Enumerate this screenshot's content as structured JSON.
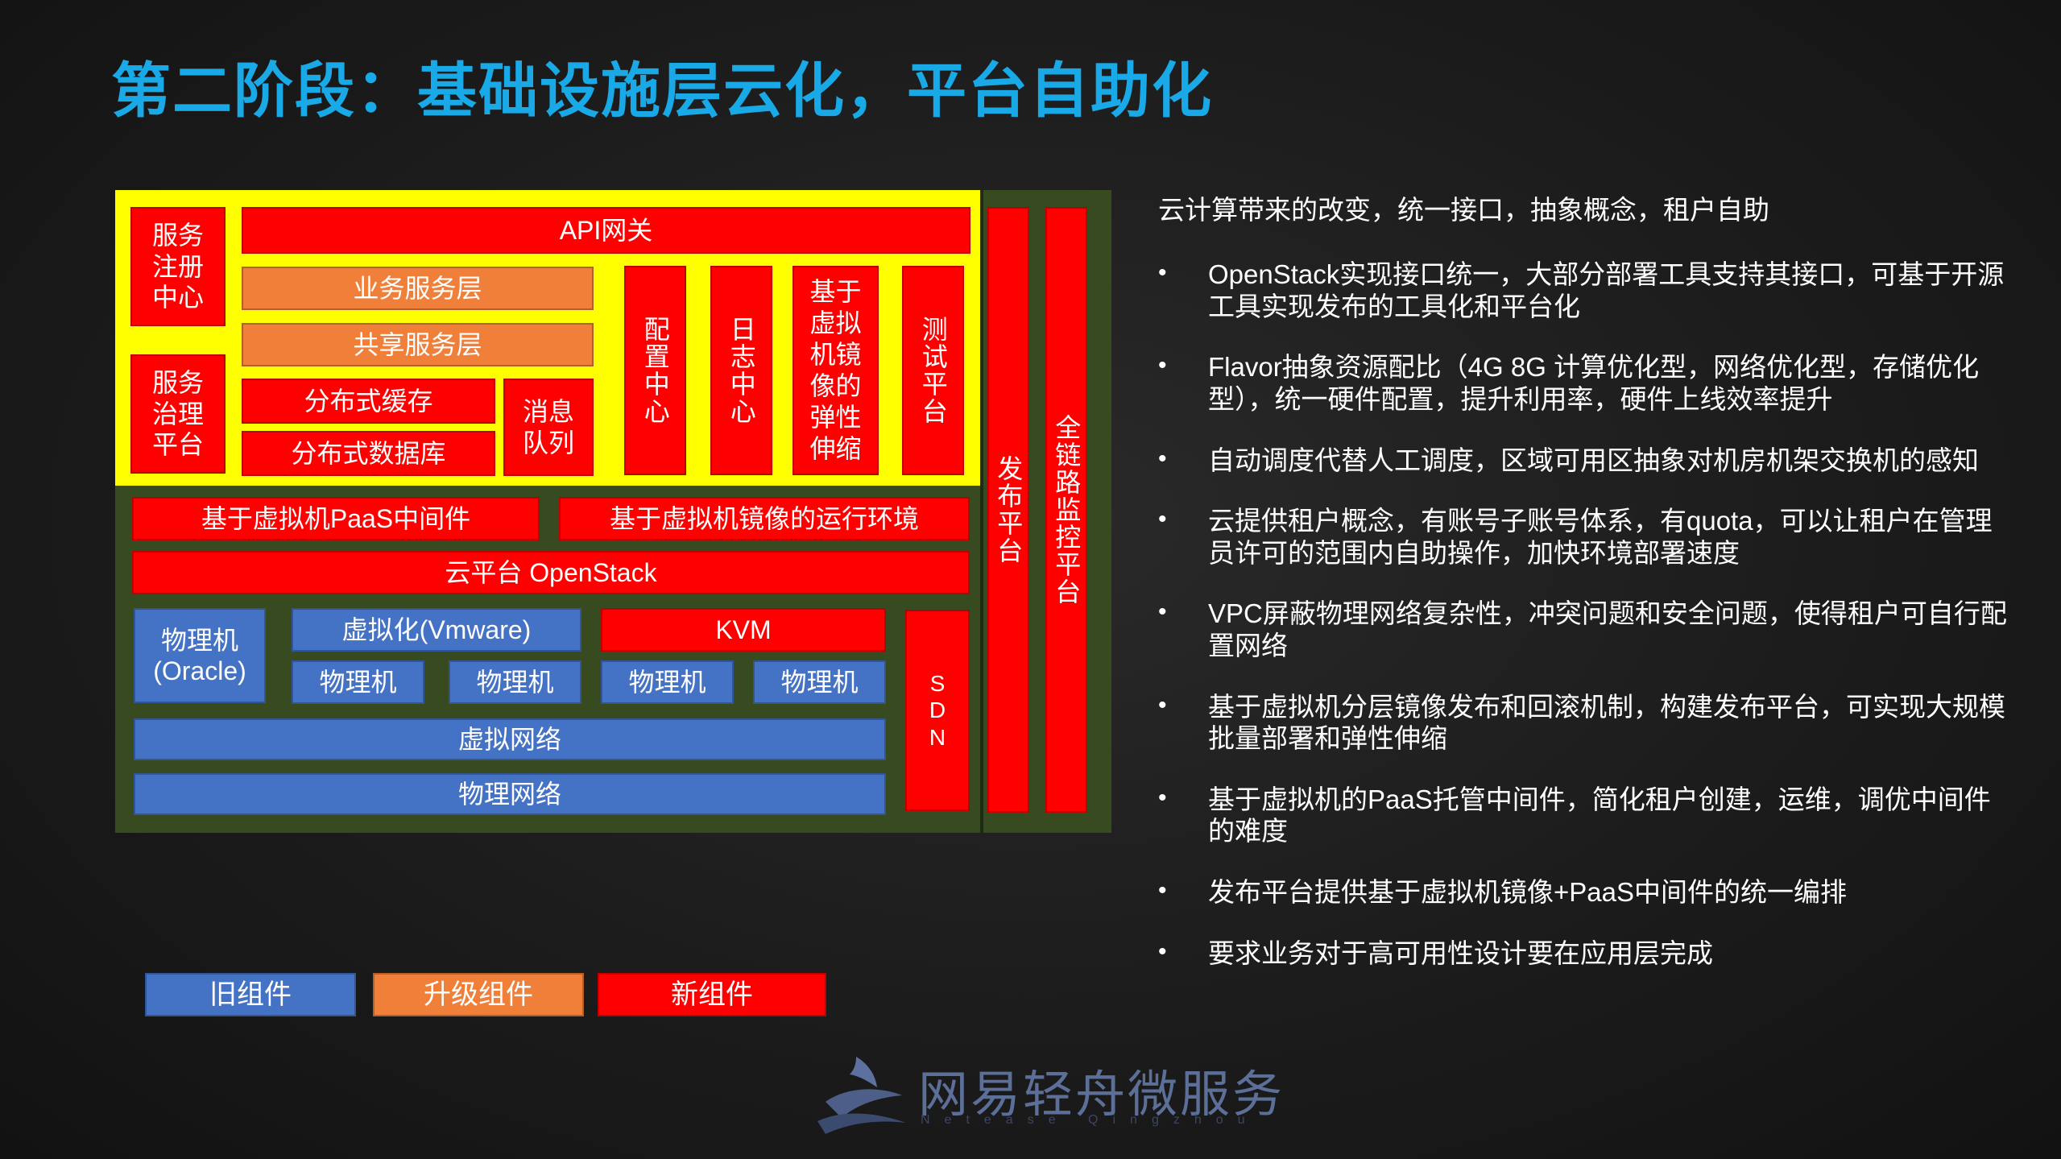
{
  "title": "第二阶段：基础设施层云化，平台自助化",
  "diagram": {
    "service_registry": "服务注册中心",
    "service_governance": "服务治理平台",
    "api_gateway": "API网关",
    "business_service_layer": "业务服务层",
    "shared_service_layer": "共享服务层",
    "distributed_cache": "分布式缓存",
    "distributed_database": "分布式数据库",
    "message_queue": "消息队列",
    "config_center": "配置中心",
    "log_center": "日志中心",
    "vm_image_elastic": "基于虚拟机镜像的弹性伸缩",
    "test_platform": "测试平台",
    "release_platform": "发布平台",
    "fulllink_monitor": "全链路监控平台",
    "vm_paas_middleware": "基于虚拟机PaaS中间件",
    "vm_image_runtime": "基于虚拟机镜像的运行环境",
    "cloud_openstack": "云平台 OpenStack",
    "physical_oracle": "物理机\n(Oracle)",
    "virtualization_vmware": "虚拟化(Vmware)",
    "kvm": "KVM",
    "physical_machine_1": "物理机",
    "physical_machine_2": "物理机",
    "physical_machine_3": "物理机",
    "physical_machine_4": "物理机",
    "sdn": "SDN",
    "virtual_network": "虚拟网络",
    "physical_network": "物理网络"
  },
  "legend": {
    "old": "旧组件",
    "upgraded": "升级组件",
    "new": "新组件"
  },
  "description": {
    "intro": "云计算带来的改变，统一接口，抽象概念，租户自助",
    "bullets": [
      "OpenStack实现接口统一，大部分部署工具支持其接口，可基于开源工具实现发布的工具化和平台化",
      "Flavor抽象资源配比（4G 8G 计算优化型，网络优化型，存储优化型），统一硬件配置，提升利用率，硬件上线效率提升",
      "自动调度代替人工调度，区域可用区抽象对机房机架交换机的感知",
      "云提供租户概念，有账号子账号体系，有quota，可以让租户在管理员许可的范围内自助操作，加快环境部署速度",
      "VPC屏蔽物理网络复杂性，冲突问题和安全问题，使得租户可自行配置网络",
      "基于虚拟机分层镜像发布和回滚机制，构建发布平台，可实现大规模批量部署和弹性伸缩",
      "基于虚拟机的PaaS托管中间件，简化租户创建，运维，调优中间件的难度",
      "发布平台提供基于虚拟机镜像+PaaS中间件的统一编排",
      "要求业务对于高可用性设计要在应用层完成"
    ],
    "bullet_symbol": "•"
  },
  "logo": {
    "text": "网易轻舟微服务",
    "subtext": "Netease Qingzhou",
    "icon": "boat-wave-icon"
  },
  "colors": {
    "title": "#18a9e6",
    "new": "#ff0000",
    "upgraded": "#ef7f39",
    "old": "#4472c4",
    "yellow_zone": "#ffff00",
    "green_zone": "#384a20"
  }
}
